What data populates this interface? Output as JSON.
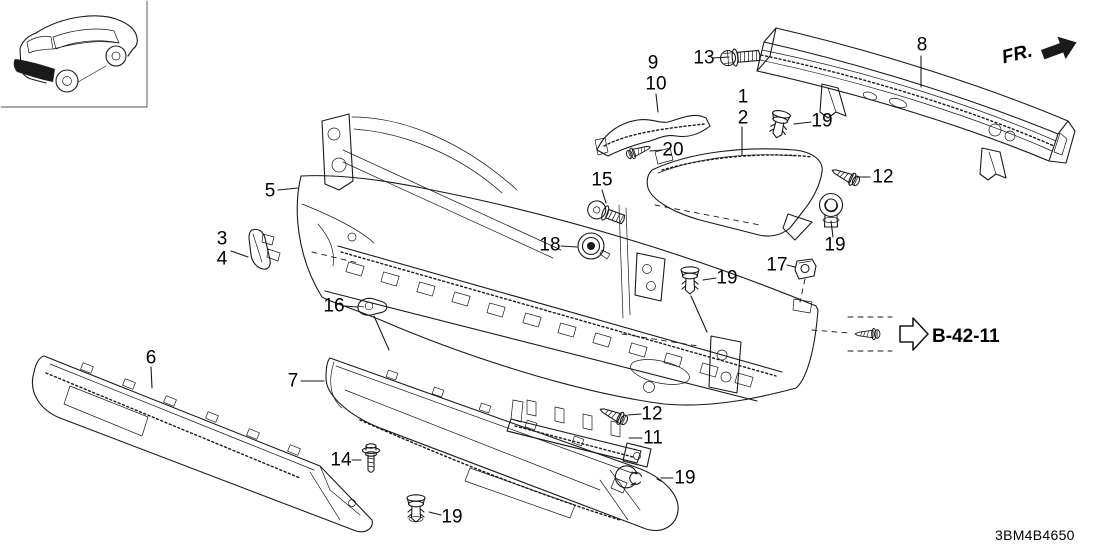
{
  "canvas": {
    "background": "#ffffff",
    "line_color": "#1a1a1a",
    "label_color": "#000000"
  },
  "callouts": [
    {
      "text": "9"
    },
    {
      "text": "10"
    },
    {
      "text": "13"
    },
    {
      "text": "1"
    },
    {
      "text": "2"
    },
    {
      "text": "19"
    },
    {
      "text": "8"
    },
    {
      "text": "12"
    },
    {
      "text": "19"
    },
    {
      "text": "20"
    },
    {
      "text": "15"
    },
    {
      "text": "18"
    },
    {
      "text": "5"
    },
    {
      "text": "3"
    },
    {
      "text": "4"
    },
    {
      "text": "16"
    },
    {
      "text": "7"
    },
    {
      "text": "6"
    },
    {
      "text": "14"
    },
    {
      "text": "12"
    },
    {
      "text": "11"
    },
    {
      "text": "19"
    },
    {
      "text": "19"
    },
    {
      "text": "17"
    },
    {
      "text": "19"
    }
  ],
  "reference_arrow": {
    "label": "B-42-11"
  },
  "direction_indicator": {
    "label": "FR."
  },
  "footer": {
    "diagram_code": "3BM4B4650"
  },
  "icons": {
    "bolt": "hex-bolt-with-washer",
    "screw": "tapping-screw",
    "push_clip": "push-clip",
    "flanged_clip": "flanged-grommet-clip",
    "ring_clip": "ring-clip",
    "grommet": "grommet",
    "clip_nut": "clip-nut",
    "hook_clip": "hook-clip",
    "fr_arrow": "front-direction-arrow",
    "reference_arrow": "cross-reference-arrow"
  }
}
